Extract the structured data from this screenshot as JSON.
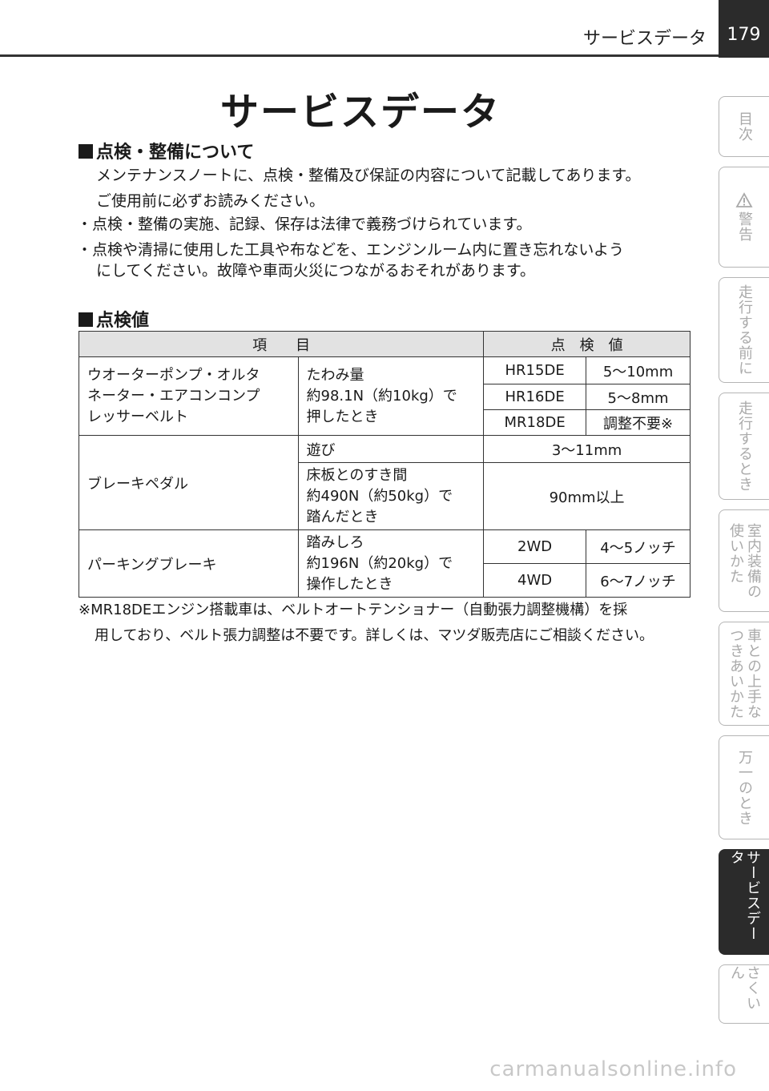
{
  "header": {
    "title": "サービスデータ",
    "page_number": "179"
  },
  "page_title": "サービスデータ",
  "section1": {
    "heading": "点検・整備について",
    "intro_line1": "メンテナンスノートに、点検・整備及び保証の内容について記載してあります。",
    "intro_line2": "ご使用前に必ずお読みください。",
    "bullet1": "・点検・整備の実施、記録、保存は法律で義務づけられています。",
    "bullet2_line1": "・点検や清掃に使用した工具や布などを、エンジンルーム内に置き忘れないよう",
    "bullet2_line2": "にしてください。故障や車両火災につながるおそれがあります。"
  },
  "section2": {
    "heading": "点検値",
    "table": {
      "header_item": "項　　目",
      "header_value": "点　検　値",
      "belt_item_l1": "ウオーターポンプ・オルタ",
      "belt_item_l2": "ネーター・エアコンコンプ",
      "belt_item_l3": "レッサーベルト",
      "belt_cond_l1": "たわみ量",
      "belt_cond_l2": "約98.1N（約10kg）で",
      "belt_cond_l3": "押したとき",
      "hr15_model": "HR15DE",
      "hr15_value": "5〜10mm",
      "hr16_model": "HR16DE",
      "hr16_value": "5〜8mm",
      "mr18_model": "MR18DE",
      "mr18_value": "調整不要※",
      "brake_item": "ブレーキペダル",
      "brake_play": "遊び",
      "brake_play_value": "3〜11mm",
      "brake_gap_l1": "床板とのすき間",
      "brake_gap_l2": "約490N（約50kg）で",
      "brake_gap_l3": "踏んだとき",
      "brake_gap_value": "90mm以上",
      "parking_item": "パーキングブレーキ",
      "parking_cond_l1": "踏みしろ",
      "parking_cond_l2": "約196N（約20kg）で",
      "parking_cond_l3": "操作したとき",
      "p2wd_label": "2WD",
      "p2wd_value": "4〜5ノッチ",
      "p4wd_label": "4WD",
      "p4wd_value": "6〜7ノッチ"
    },
    "note_line1": "※MR18DEエンジン搭載車は、ベルトオートテンショナー（自動張力調整機構）を採",
    "note_line2": "用しており、ベルト張力調整は不要です。詳しくは、マツダ販売店にご相談ください。"
  },
  "side_tabs": [
    {
      "col1": "目次",
      "col2": ""
    },
    {
      "col1": "警告",
      "col2": ""
    },
    {
      "col1": "走行する前に",
      "col2": ""
    },
    {
      "col1": "走行するとき",
      "col2": ""
    },
    {
      "col1": "室内装備の",
      "col2": "使いかた"
    },
    {
      "col1": "車との上手な",
      "col2": "つきあいかた"
    },
    {
      "col1": "万一のとき",
      "col2": ""
    },
    {
      "col1": "サービスデータ",
      "col2": ""
    },
    {
      "col1": "さくいん",
      "col2": ""
    }
  ],
  "watermark": "carmanualsonline.info"
}
